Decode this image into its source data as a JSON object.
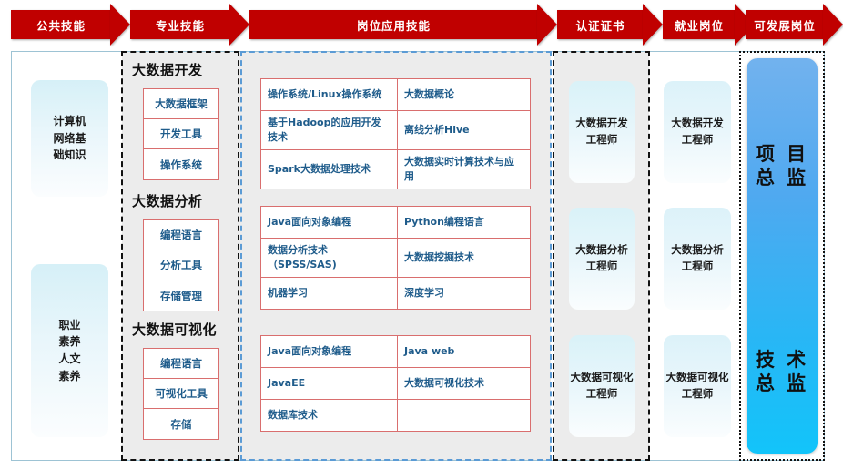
{
  "header": {
    "arrows": [
      {
        "label": "公共技能"
      },
      {
        "label": "专业技能"
      },
      {
        "label": "岗位应用技能"
      },
      {
        "label": "认证证书"
      },
      {
        "label": "就业岗位"
      },
      {
        "label": "可发展岗位"
      }
    ],
    "accent_color": "#C00000"
  },
  "common_skills": {
    "cards": [
      {
        "line1": "计算机",
        "line2": "网络基",
        "line3": "础知识"
      },
      {
        "line1": "职业",
        "line2": "素养",
        "line3": "人文",
        "line4": "素养"
      }
    ]
  },
  "professional_skills": {
    "groups": [
      {
        "title": "大数据开发",
        "items": [
          "大数据框架",
          "开发工具",
          "操作系统"
        ]
      },
      {
        "title": "大数据分析",
        "items": [
          "编程语言",
          "分析工具",
          "存储管理"
        ]
      },
      {
        "title": "大数据可视化",
        "items": [
          "编程语言",
          "可视化工具",
          "存储"
        ]
      }
    ]
  },
  "job_skills": {
    "tables": [
      {
        "rows": [
          {
            "left": "操作系统/Linux操作系统",
            "right": "大数据概论"
          },
          {
            "left": "基于Hadoop的应用开发技术",
            "right": "离线分析Hive"
          },
          {
            "left": "Spark大数据处理技术",
            "right": "大数据实时计算技术与应用"
          }
        ]
      },
      {
        "rows": [
          {
            "left": "Java面向对象编程",
            "right": "Python编程语言"
          },
          {
            "left": "数据分析技术\n（SPSS/SAS)",
            "right": "大数据挖掘技术"
          },
          {
            "left": "机器学习",
            "right": "深度学习"
          }
        ]
      },
      {
        "rows": [
          {
            "left": "Java面向对象编程",
            "right": "Java web"
          },
          {
            "left": "JavaEE",
            "right": "大数据可视化技术"
          },
          {
            "left": "数据库技术",
            "right": ""
          }
        ]
      }
    ]
  },
  "certificates": {
    "cards": [
      {
        "line1": "大数据开发",
        "line2": "工程师"
      },
      {
        "line1": "大数据分析",
        "line2": "工程师"
      },
      {
        "line1": "大数据可视化",
        "line2": "工程师"
      }
    ]
  },
  "job_positions": {
    "cards": [
      {
        "line1": "大数据开发",
        "line2": "工程师"
      },
      {
        "line1": "大数据分析",
        "line2": "工程师"
      },
      {
        "line1": "大数据可视化",
        "line2": "工程师"
      }
    ]
  },
  "development_positions": {
    "accent_color": "#35B5F5",
    "cards": [
      {
        "line1": "项 目",
        "line2": "总 监"
      },
      {
        "line1": "技 术",
        "line2": "总 监"
      }
    ]
  }
}
